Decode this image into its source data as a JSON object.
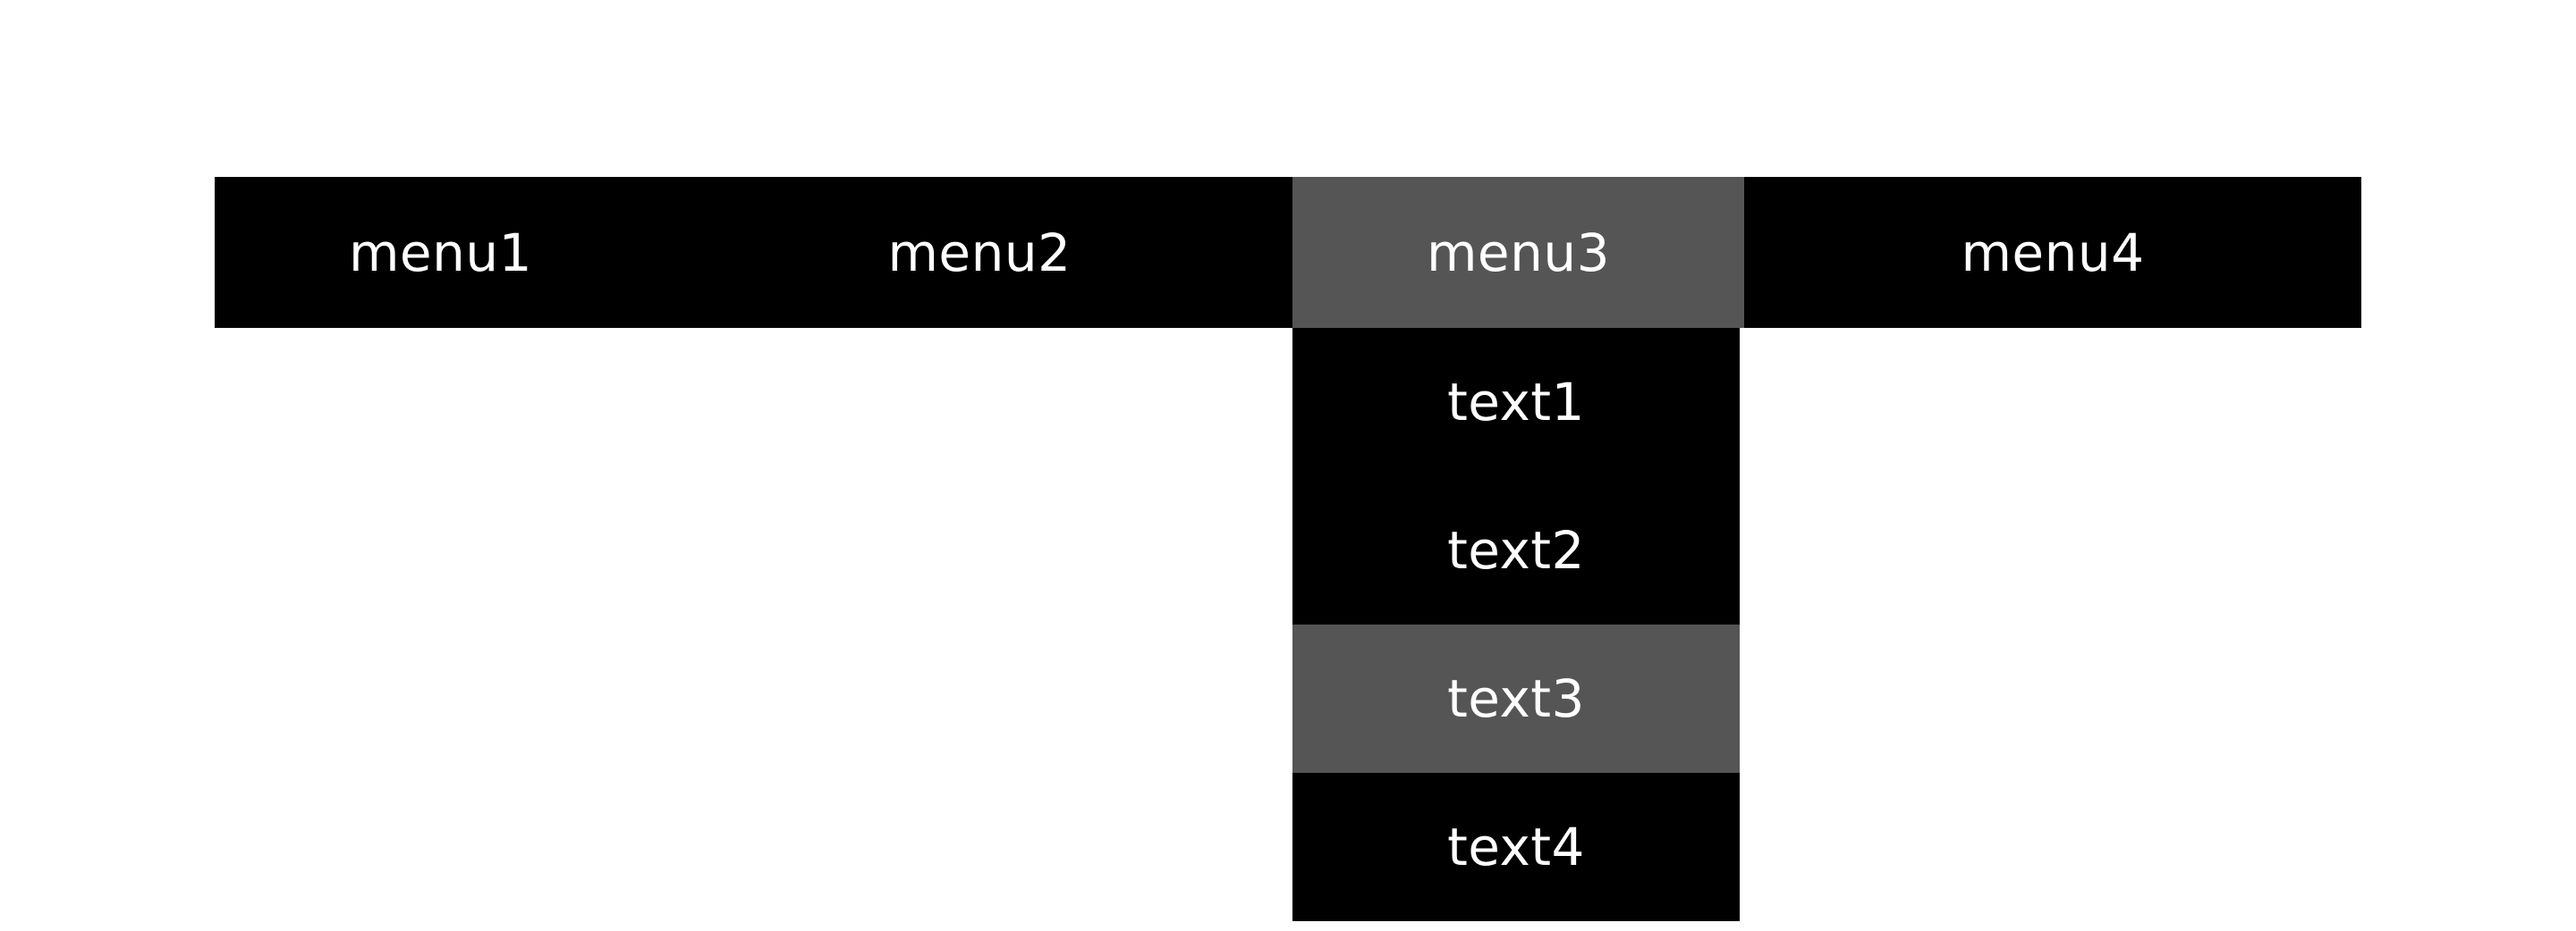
{
  "page": {
    "background_color": "#ffffff",
    "text_color": "#ffffff"
  },
  "menubar": {
    "background_color": "#000000",
    "highlight_color": "#555555",
    "items": [
      {
        "label": "menu1",
        "state": "normal",
        "has_submenu": false
      },
      {
        "label": "menu2",
        "state": "normal",
        "has_submenu": false
      },
      {
        "label": "menu3",
        "state": "open",
        "has_submenu": true
      },
      {
        "label": "menu4",
        "state": "normal",
        "has_submenu": false
      }
    ]
  },
  "dropdown": {
    "owner": "menu3",
    "background_color": "#000000",
    "highlight_color": "#555555",
    "items": [
      {
        "label": "text1",
        "state": "normal"
      },
      {
        "label": "text2",
        "state": "normal"
      },
      {
        "label": "text3",
        "state": "active"
      },
      {
        "label": "text4",
        "state": "normal"
      }
    ]
  }
}
